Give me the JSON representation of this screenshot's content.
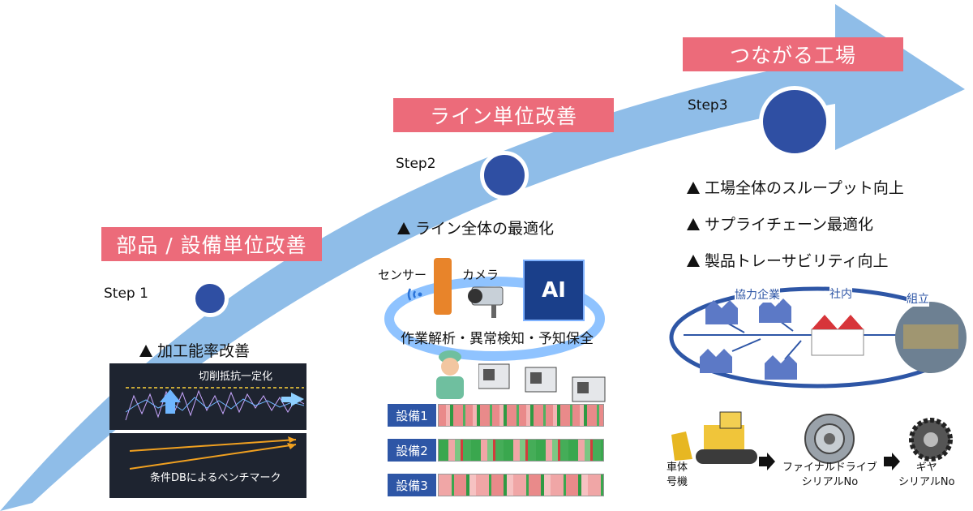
{
  "steps": [
    {
      "label": "Step 1",
      "banner": "部品 / 設備単位改善",
      "bullets": [
        "加工能率改善"
      ]
    },
    {
      "label": "Step2",
      "banner": "ライン単位改善",
      "bullets": [
        "ライン全体の最適化"
      ]
    },
    {
      "label": "Step3",
      "banner": "つながる工場",
      "bullets": [
        "工場全体のスループット向上",
        "サプライチェーン最適化",
        "製品トレーサビリティ向上"
      ]
    }
  ],
  "step1_panels": {
    "top_title": "切削抵抗一定化",
    "bottom_title": "条件DBによるベンチマーク"
  },
  "step2_visual": {
    "sensor": "センサー",
    "camera": "カメラ",
    "ai": "AI",
    "analysis": "作業解析・異常検知・予知保全",
    "equipment": [
      "設備1",
      "設備2",
      "設備3"
    ]
  },
  "step3_visual": {
    "partner": "協力企業",
    "internal": "社内",
    "assembly": "組立",
    "trace": [
      {
        "line1": "車体",
        "line2": "号機"
      },
      {
        "line1": "ファイナルドライブ",
        "line2": "シリアルNo"
      },
      {
        "line1": "ギヤ",
        "line2": "シリアルNo"
      }
    ]
  },
  "colors": {
    "arrow": "#8fbde8",
    "banner": "#ec6b7a",
    "dot": "#2f4fa3",
    "equip_label": "#2e56a6"
  },
  "icons": [
    "triangle-bullet-icon",
    "wifi-icon",
    "sensor-icon",
    "camera-icon",
    "ai-chip-icon",
    "worker-icon",
    "machine-icon",
    "factory-icon",
    "bulldozer-icon",
    "gear-icon",
    "arrow-right-icon"
  ]
}
